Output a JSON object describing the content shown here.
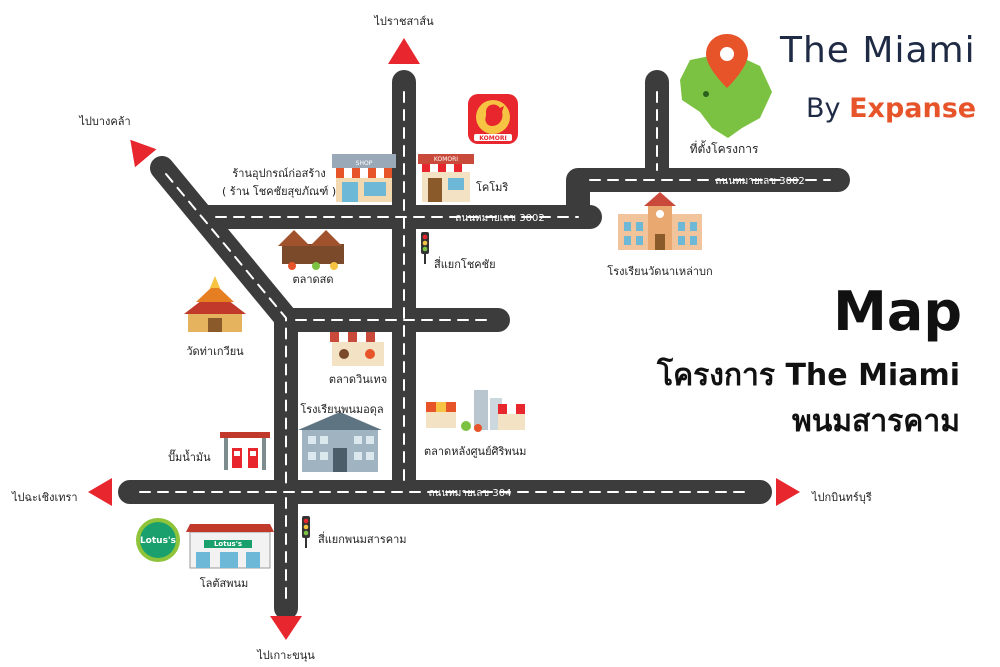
{
  "brand": {
    "title": "The Miami",
    "by": "By",
    "expanse": "Expanse",
    "project_location_label": "ที่ตั้งโครงการ",
    "accent_color": "#e8542a",
    "text_color": "#1f2a44"
  },
  "heading": {
    "map": "Map",
    "project_line": "โครงการ The Miami",
    "province": "พนมสารคาม"
  },
  "roads": {
    "road_3002_top": "ถนนหมายเลข 3002",
    "road_3002_mid": "ถนนหมายเลข 3002",
    "road_304": "ถนนหมายเลข 304",
    "road_color": "#3c3c3c"
  },
  "directions": {
    "north": "ไปราชสาส์น",
    "northwest": "ไปบางคล้า",
    "west": "ไปฉะเชิงเทรา",
    "east": "ไปกบินทร์บุรี",
    "south": "ไปเกาะขนุน",
    "arrow_color": "#e8262e"
  },
  "landmarks": {
    "hardware_store_line1": "ร้านอุปกรณ์ก่อสร้าง",
    "hardware_store_line2": "( ร้าน โชคชัยสุขภัณฑ์ )",
    "hardware_sign": "SHOP",
    "kokmori": "โคโมริ",
    "kokmori_sign": "KOMORI",
    "fresh_market": "ตลาดสด",
    "chokchai_intersection": "สี่แยกโชคชัย",
    "school_watna": "โรงเรียนวัดนาเหล่าบก",
    "wat_tha_krian": "วัดท่าเกวียน",
    "wintage_market": "ตลาดวินเทจ",
    "school_phanom_udom": "โรงเรียนพนมอดุล",
    "market_behind_center": "ตลาดหลังศูนย์ศิริพนม",
    "gas_station": "ปั๊มน้ำมัน",
    "phanom_intersection": "สี่แยกพนมสารคาม",
    "lotus_store": "โลตัสพนม",
    "lotus_logo": "Lotus's"
  }
}
